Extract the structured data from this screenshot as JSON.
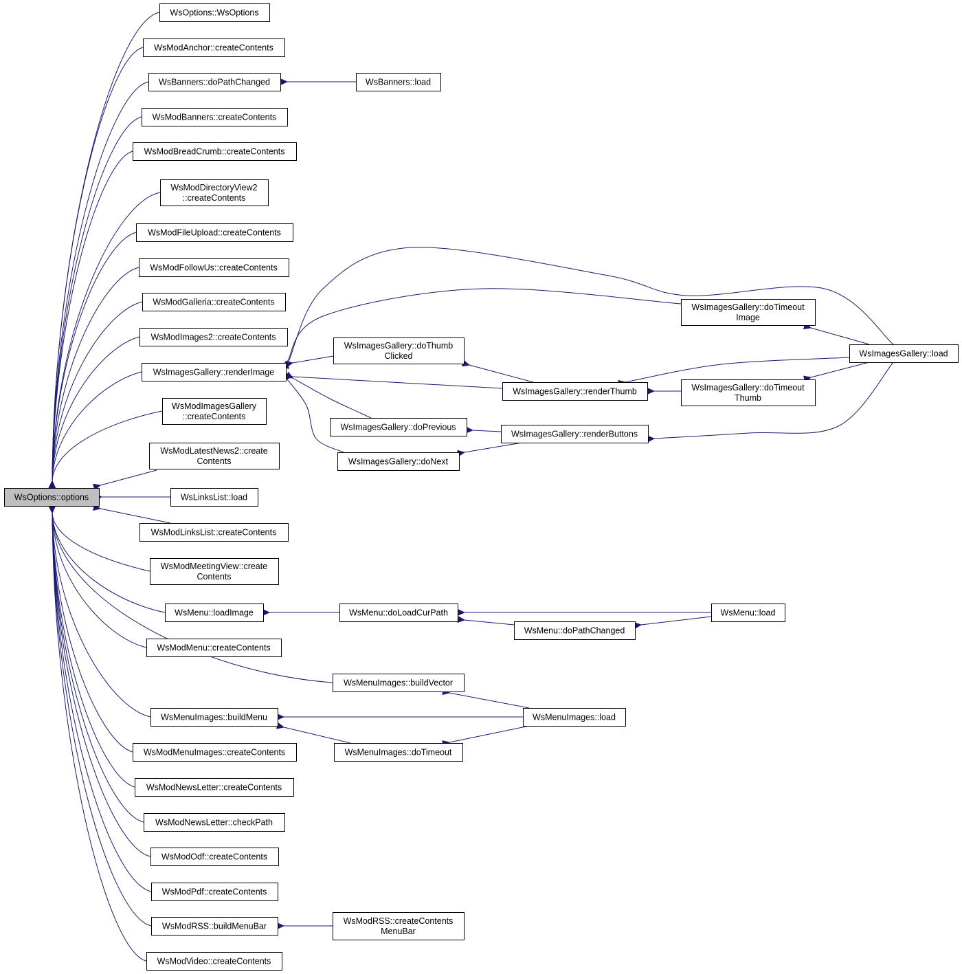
{
  "graph": {
    "direction": "right-to-left",
    "edge_color": "#191970",
    "root_fill": "#bfbfbf",
    "nodes": [
      {
        "id": "root",
        "lines": [
          "WsOptions::options"
        ],
        "root": true
      },
      {
        "id": "n1",
        "lines": [
          "WsOptions::WsOptions"
        ]
      },
      {
        "id": "n2",
        "lines": [
          "WsModAnchor::createContents"
        ]
      },
      {
        "id": "n3",
        "lines": [
          "WsBanners::doPathChanged"
        ]
      },
      {
        "id": "n4",
        "lines": [
          "WsModBanners::createContents"
        ]
      },
      {
        "id": "n5",
        "lines": [
          "WsModBreadCrumb::createContents"
        ]
      },
      {
        "id": "n6",
        "lines": [
          "WsModDirectoryView2",
          "::createContents"
        ]
      },
      {
        "id": "n7",
        "lines": [
          "WsModFileUpload::createContents"
        ]
      },
      {
        "id": "n8",
        "lines": [
          "WsModFollowUs::createContents"
        ]
      },
      {
        "id": "n9",
        "lines": [
          "WsModGalleria::createContents"
        ]
      },
      {
        "id": "n10",
        "lines": [
          "WsModImages2::createContents"
        ]
      },
      {
        "id": "n11",
        "lines": [
          "WsImagesGallery::renderImage"
        ]
      },
      {
        "id": "n12",
        "lines": [
          "WsModImagesGallery",
          "::createContents"
        ]
      },
      {
        "id": "n13",
        "lines": [
          "WsModLatestNews2::create",
          "Contents"
        ]
      },
      {
        "id": "n14",
        "lines": [
          "WsLinksList::load"
        ]
      },
      {
        "id": "n15",
        "lines": [
          "WsModLinksList::createContents"
        ]
      },
      {
        "id": "n16",
        "lines": [
          "WsModMeetingView::create",
          "Contents"
        ]
      },
      {
        "id": "n17",
        "lines": [
          "WsMenu::loadImage"
        ]
      },
      {
        "id": "n18",
        "lines": [
          "WsModMenu::createContents"
        ]
      },
      {
        "id": "n19",
        "lines": [
          "WsMenuImages::buildVector"
        ]
      },
      {
        "id": "n20",
        "lines": [
          "WsMenuImages::buildMenu"
        ]
      },
      {
        "id": "n21",
        "lines": [
          "WsModMenuImages::createContents"
        ]
      },
      {
        "id": "n22",
        "lines": [
          "WsModNewsLetter::createContents"
        ]
      },
      {
        "id": "n23",
        "lines": [
          "WsModNewsLetter::checkPath"
        ]
      },
      {
        "id": "n24",
        "lines": [
          "WsModOdf::createContents"
        ]
      },
      {
        "id": "n25",
        "lines": [
          "WsModPdf::createContents"
        ]
      },
      {
        "id": "n26",
        "lines": [
          "WsModRSS::buildMenuBar"
        ]
      },
      {
        "id": "n27",
        "lines": [
          "WsModVideo::createContents"
        ]
      },
      {
        "id": "b1",
        "lines": [
          "WsBanners::load"
        ]
      },
      {
        "id": "g1",
        "lines": [
          "WsImagesGallery::doThumb",
          "Clicked"
        ]
      },
      {
        "id": "g2",
        "lines": [
          "WsImagesGallery::doPrevious"
        ]
      },
      {
        "id": "g3",
        "lines": [
          "WsImagesGallery::doNext"
        ]
      },
      {
        "id": "g4",
        "lines": [
          "WsImagesGallery::renderThumb"
        ]
      },
      {
        "id": "g5",
        "lines": [
          "WsImagesGallery::renderButtons"
        ]
      },
      {
        "id": "g6",
        "lines": [
          "WsImagesGallery::doTimeout",
          "Image"
        ]
      },
      {
        "id": "g7",
        "lines": [
          "WsImagesGallery::doTimeout",
          "Thumb"
        ]
      },
      {
        "id": "g8",
        "lines": [
          "WsImagesGallery::load"
        ]
      },
      {
        "id": "m1",
        "lines": [
          "WsMenu::doLoadCurPath"
        ]
      },
      {
        "id": "m2",
        "lines": [
          "WsMenu::doPathChanged"
        ]
      },
      {
        "id": "m3",
        "lines": [
          "WsMenu::load"
        ]
      },
      {
        "id": "i1",
        "lines": [
          "WsMenuImages::load"
        ]
      },
      {
        "id": "i2",
        "lines": [
          "WsMenuImages::doTimeout"
        ]
      },
      {
        "id": "r1",
        "lines": [
          "WsModRSS::createContents",
          "MenuBar"
        ]
      }
    ],
    "edges": [
      [
        "n1",
        "root"
      ],
      [
        "n2",
        "root"
      ],
      [
        "n3",
        "root"
      ],
      [
        "n4",
        "root"
      ],
      [
        "n5",
        "root"
      ],
      [
        "n6",
        "root"
      ],
      [
        "n7",
        "root"
      ],
      [
        "n8",
        "root"
      ],
      [
        "n9",
        "root"
      ],
      [
        "n10",
        "root"
      ],
      [
        "n11",
        "root"
      ],
      [
        "n12",
        "root"
      ],
      [
        "n13",
        "root"
      ],
      [
        "n14",
        "root"
      ],
      [
        "n15",
        "root"
      ],
      [
        "n16",
        "root"
      ],
      [
        "n17",
        "root"
      ],
      [
        "n18",
        "root"
      ],
      [
        "n19",
        "root"
      ],
      [
        "n20",
        "root"
      ],
      [
        "n21",
        "root"
      ],
      [
        "n22",
        "root"
      ],
      [
        "n23",
        "root"
      ],
      [
        "n24",
        "root"
      ],
      [
        "n25",
        "root"
      ],
      [
        "n26",
        "root"
      ],
      [
        "n27",
        "root"
      ],
      [
        "b1",
        "n3"
      ],
      [
        "g1",
        "n11"
      ],
      [
        "g2",
        "n11"
      ],
      [
        "g3",
        "n11"
      ],
      [
        "g4",
        "n11"
      ],
      [
        "g6",
        "n11"
      ],
      [
        "g8",
        "n11"
      ],
      [
        "g4",
        "g1"
      ],
      [
        "g7",
        "g4"
      ],
      [
        "g8",
        "g4"
      ],
      [
        "g5",
        "g2"
      ],
      [
        "g5",
        "g3"
      ],
      [
        "g8",
        "g5"
      ],
      [
        "g8",
        "g6"
      ],
      [
        "g8",
        "g7"
      ],
      [
        "m1",
        "n17"
      ],
      [
        "m2",
        "m1"
      ],
      [
        "m3",
        "m1"
      ],
      [
        "m3",
        "m2"
      ],
      [
        "i1",
        "n19"
      ],
      [
        "i1",
        "n20"
      ],
      [
        "i2",
        "n20"
      ],
      [
        "i1",
        "i2"
      ],
      [
        "r1",
        "n26"
      ]
    ]
  }
}
